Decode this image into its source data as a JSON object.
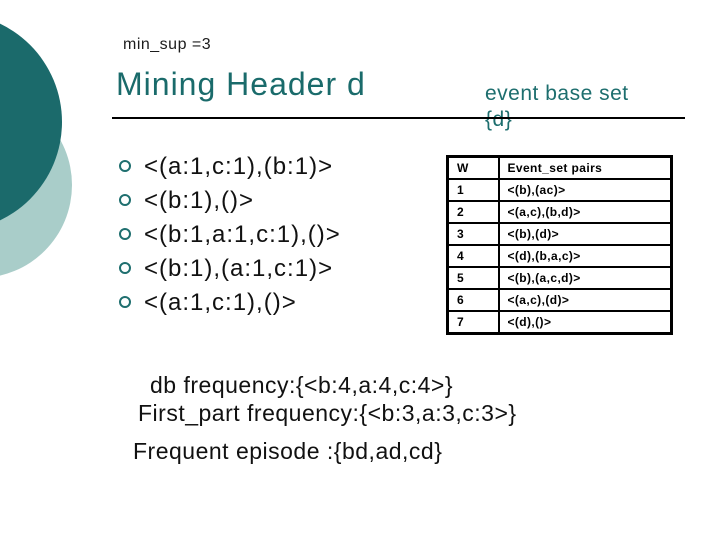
{
  "slide": {
    "min_sup": "min_sup =3",
    "title": "Mining Header d",
    "event_base": {
      "line1": "event base set",
      "line2": "{d}"
    },
    "bullets": [
      "<(a:1,c:1),(b:1)>",
      "<(b:1),()>",
      "<(b:1,a:1,c:1),()>",
      "<(b:1),(a:1,c:1)>",
      "<(a:1,c:1),()>"
    ],
    "table": {
      "headers": [
        "W",
        "Event_set pairs"
      ],
      "rows": [
        [
          "1",
          "<(b),(ac)>"
        ],
        [
          "2",
          "<(a,c),(b,d)>"
        ],
        [
          "3",
          "<(b),(d)>"
        ],
        [
          "4",
          "<(d),(b,a,c)>"
        ],
        [
          "5",
          "<(b),(a,c,d)>"
        ],
        [
          "6",
          "<(a,c),(d)>"
        ],
        [
          "7",
          "<(d),()>"
        ]
      ]
    },
    "footer": [
      "db frequency:{<b:4,a:4,c:4>}",
      "First_part frequency:{<b:3,a:3,c:3>}",
      "Frequent episode :{bd,ad,cd}"
    ],
    "colors": {
      "dark_teal": "#1b6a6b",
      "light_teal": "#a9cdc9",
      "title_teal": "#1a6b6b",
      "text": "#111111"
    }
  }
}
